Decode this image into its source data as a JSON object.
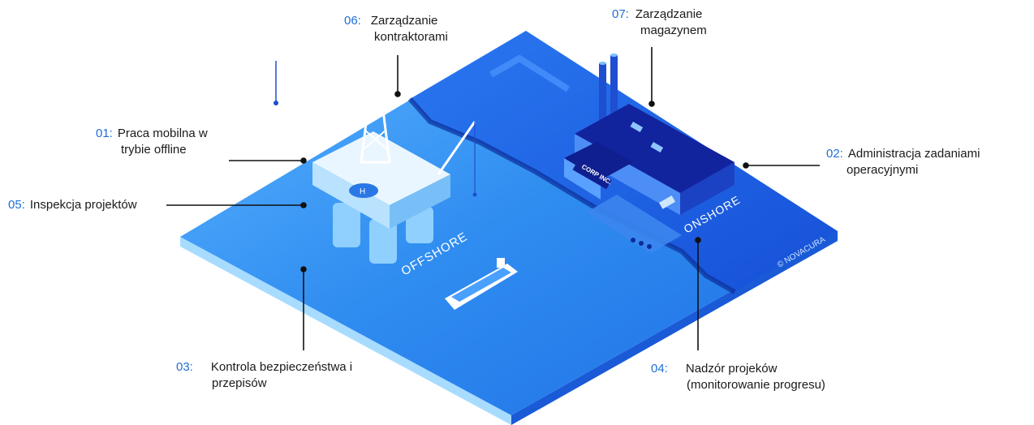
{
  "callouts": [
    {
      "id": "01",
      "num": "01:",
      "line1": "Praca mobilna w",
      "line2": "trybie offline"
    },
    {
      "id": "02",
      "num": "02:",
      "line1": "Administracja zadaniami",
      "line2": "operacyjnymi"
    },
    {
      "id": "03",
      "num": "03:",
      "line1": "Kontrola bezpieczeństwa i",
      "line2": "przepisów"
    },
    {
      "id": "04",
      "num": "04:",
      "line1": "Nadzór projeków",
      "line2": "(monitorowanie progresu)"
    },
    {
      "id": "05",
      "num": "05:",
      "line1": "Inspekcja projektów",
      "line2": ""
    },
    {
      "id": "06",
      "num": "06:",
      "line1": "Zarządzanie",
      "line2": "kontraktorami"
    },
    {
      "id": "07",
      "num": "07:",
      "line1": "Zarządzanie",
      "line2": "magazynem"
    }
  ],
  "scene_labels": {
    "offshore": "OFFSHORE",
    "onshore": "ONSHORE",
    "building_sign": "CORP INC.",
    "watermark": "© NOVACURA"
  },
  "colors": {
    "accent": "#1f6fd6",
    "sea": "#2f8cf0",
    "land": "#1d5fe0",
    "dark": "#0d2c9e"
  }
}
